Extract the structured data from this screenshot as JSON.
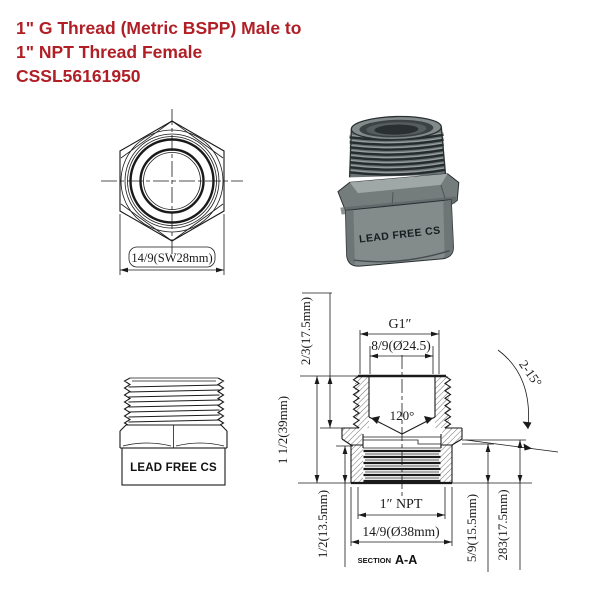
{
  "palette": {
    "title_red": "#b01f26",
    "line_black": "#1a1a1a",
    "metal_gray": "#7d8585",
    "metal_dark": "#2a3031",
    "background": "#ffffff"
  },
  "title": {
    "line1": "1\" G Thread (Metric BSPP) Male to",
    "line2": "1\" NPT Thread Female",
    "code": "CSSL56161950"
  },
  "hex_view": {
    "dim_across_flats": "14/9(SW28mm)"
  },
  "product": {
    "engraving": "LEAD FREE CS"
  },
  "side_view": {
    "engraving": "LEAD FREE CS"
  },
  "section": {
    "g1": "G1″",
    "bore": "8/9(Ø24.5)",
    "h_top": "2/3(17.5mm)",
    "h_total": "1 1/2(39mm)",
    "h_bottom": "1/2(13.5mm)",
    "cone_angle": "120°",
    "chamfer_angle": "2-15°",
    "npt": "1″ NPT",
    "od": "14/9(Ø38mm)",
    "right_dim_1": "5/9(15.5mm)",
    "right_dim_2": "283(17.5mm)",
    "caption_small": "SECTION",
    "caption_big": "A-A"
  }
}
